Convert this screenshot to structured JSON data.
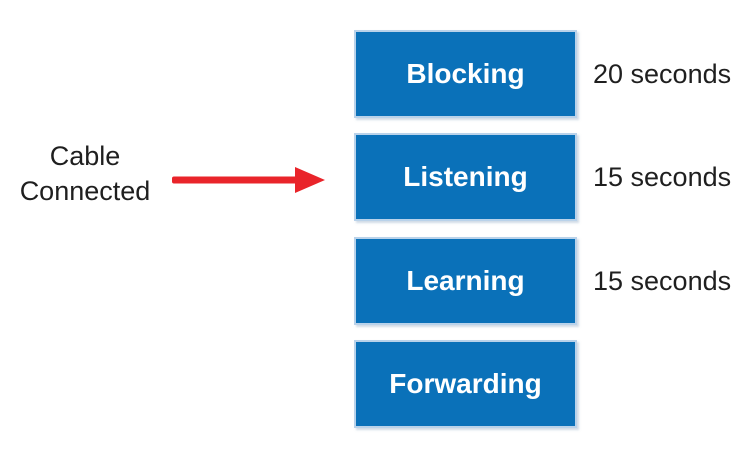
{
  "diagram": {
    "subject": "STP port states timing",
    "background": "#ffffff"
  },
  "colors": {
    "box_fill": "#0a71b9",
    "box_border": "#b9d2ea",
    "box_label_text": "#ffffff",
    "arrow_red": "#e9242a",
    "body_text": "#1f1f1f"
  },
  "annotation": {
    "line1": "Cable",
    "line2": "Connected",
    "arrow_points_to": "Listening"
  },
  "states": [
    {
      "label": "Blocking",
      "duration": "20 seconds"
    },
    {
      "label": "Listening",
      "duration": "15 seconds"
    },
    {
      "label": "Learning",
      "duration": "15 seconds"
    },
    {
      "label": "Forwarding",
      "duration": ""
    }
  ]
}
